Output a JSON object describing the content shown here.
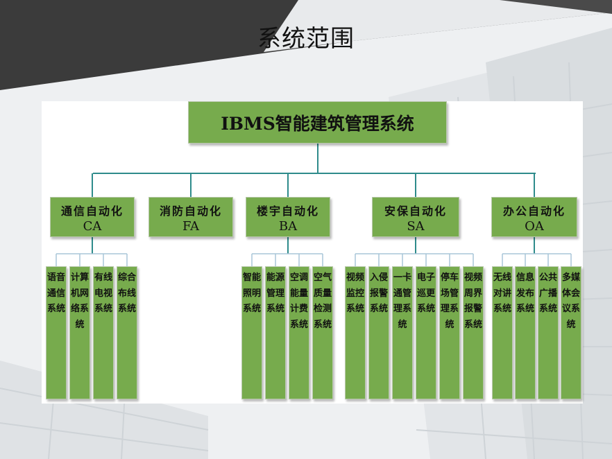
{
  "slide": {
    "title": "系统范围"
  },
  "diagram": {
    "root": "IBMS智能建筑管理系统",
    "categories": [
      {
        "name": "通信自动化",
        "code": "CA",
        "children": [
          "语音通信系统",
          "计算机网络系统",
          "有线电视系统",
          "综合布线系统"
        ]
      },
      {
        "name": "消防自动化",
        "code": "FA",
        "children": []
      },
      {
        "name": "楼宇自动化",
        "code": "BA",
        "children": [
          "智能照明系统",
          "能源管理系统",
          "空调能量计费系统",
          "空气质量检测系统"
        ]
      },
      {
        "name": "安保自动化",
        "code": "SA",
        "children": [
          "视频监控系统",
          "入侵报警系统",
          "一卡通管理系统",
          "电子巡更系统",
          "停车场管理系统",
          "视频周界报警系统"
        ]
      },
      {
        "name": "办公自动化",
        "code": "OA",
        "children": [
          "无线对讲系统",
          "信息发布系统",
          "公共广播系统",
          "多媒体会议系统"
        ]
      }
    ]
  },
  "colors": {
    "box_fill": "#77ab4d",
    "connector": "#2e8b8b",
    "sub_connector": "#a9c6d8",
    "header_dark": "#3a3a3a"
  }
}
